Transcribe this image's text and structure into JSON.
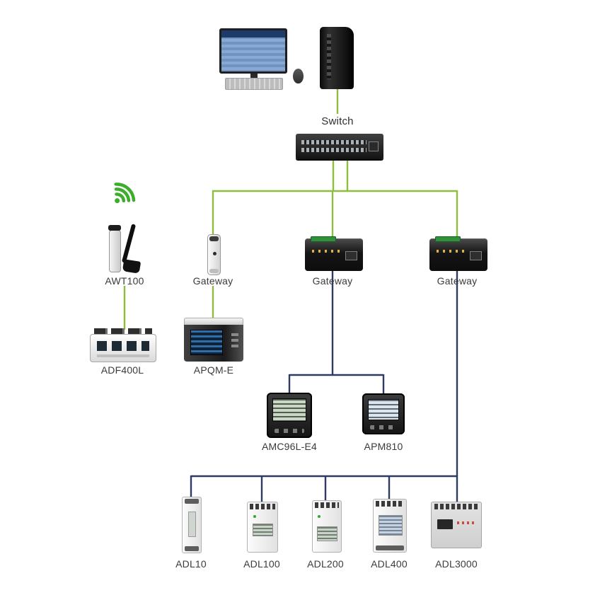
{
  "diagram": {
    "labels": {
      "switch": "Switch",
      "awt100": "AWT100",
      "gateway1": "Gateway",
      "gateway2": "Gateway",
      "gateway3": "Gateway",
      "adf400l": "ADF400L",
      "apqm_e": "APQM-E",
      "amc96l_e4": "AMC96L-E4",
      "apm810": "APM810",
      "adl10": "ADL10",
      "adl100": "ADL100",
      "adl200": "ADL200",
      "adl400": "ADL400",
      "adl3000": "ADL3000"
    },
    "colors": {
      "line_green": "#8FBE3F",
      "line_navy": "#2F3B63",
      "wifi_green": "#3DAE2B",
      "label_text": "#3B3B3B"
    },
    "icons": {
      "wifi": "wifi-icon"
    }
  }
}
